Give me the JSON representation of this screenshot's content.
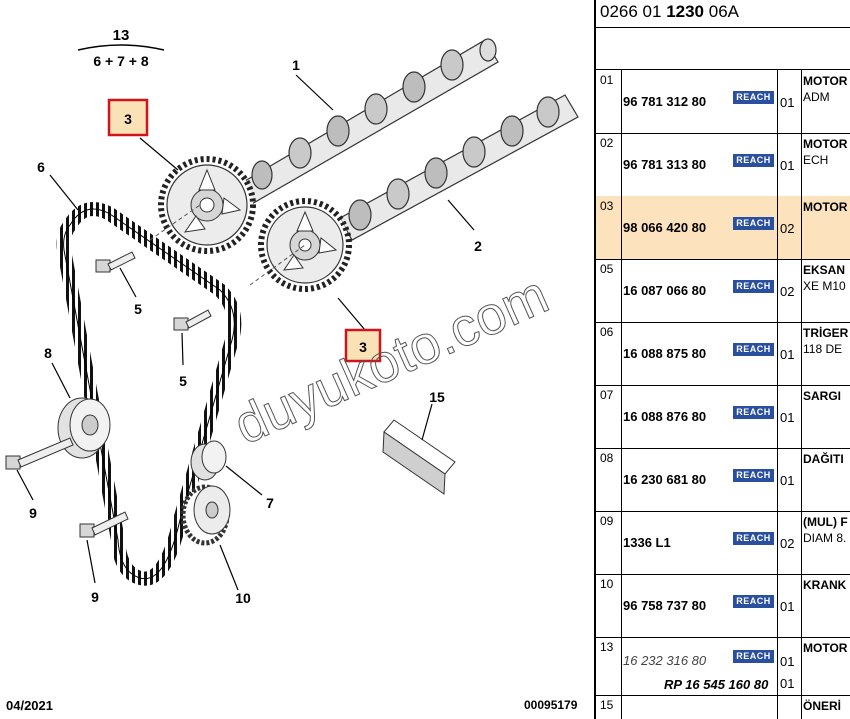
{
  "diagram": {
    "group_label_top": "13",
    "group_label_bottom": "6 + 7 + 8",
    "callouts": {
      "c1": "1",
      "c2": "2",
      "c3a": "3",
      "c3b": "3",
      "c5a": "5",
      "c5b": "5",
      "c6": "6",
      "c7": "7",
      "c8": "8",
      "c9a": "9",
      "c9b": "9",
      "c10": "10",
      "c15": "15"
    },
    "watermark": "duyukoto.com",
    "date_code": "04/2021",
    "doc_number": "00095179"
  },
  "panel": {
    "title_pre": "0266 01 ",
    "title_bold": "1230",
    "title_post": " 06A",
    "reach_label": "REACH",
    "rows": [
      {
        "idx": "01",
        "pn": "96 781 312 80",
        "qty": "01",
        "desc1": "MOTOR",
        "desc2": "ADM"
      },
      {
        "idx": "02",
        "pn": "96 781 313 80",
        "qty": "01",
        "desc1": "MOTOR",
        "desc2": "ECH"
      },
      {
        "idx": "03",
        "pn": "98 066 420 80",
        "qty": "02",
        "desc1": "MOTOR",
        "desc2": ""
      },
      {
        "idx": "05",
        "pn": "16 087 066 80",
        "qty": "02",
        "desc1": "EKSAN",
        "desc2": "XE M10"
      },
      {
        "idx": "06",
        "pn": "16 088 875 80",
        "qty": "01",
        "desc1": "TRİGER",
        "desc2": "118 DE"
      },
      {
        "idx": "07",
        "pn": "16 088 876 80",
        "qty": "01",
        "desc1": "SARGI",
        "desc2": ""
      },
      {
        "idx": "08",
        "pn": "16 230 681 80",
        "qty": "01",
        "desc1": "DAĞITI",
        "desc2": ""
      },
      {
        "idx": "09",
        "pn": "1336 L1",
        "qty": "02",
        "desc1": "(MUL) F",
        "desc2": "DIAM 8."
      },
      {
        "idx": "10",
        "pn": "96 758 737 80",
        "qty": "01",
        "desc1": "KRANK",
        "desc2": ""
      },
      {
        "idx": "13",
        "pn": "16 232 316 80",
        "qty": "01",
        "desc1": "MOTOR",
        "desc2": "",
        "rp": "RP 16 545 160 80",
        "rp_qty": "01"
      }
    ],
    "last_idx": "15",
    "last_desc": "ÖNERİ"
  },
  "colors": {
    "highlight_row": "#fde3bd",
    "highlight_box": "#fbe1b6",
    "highlight_border": "#d0141e",
    "reach_badge": "#2a4f9e"
  }
}
